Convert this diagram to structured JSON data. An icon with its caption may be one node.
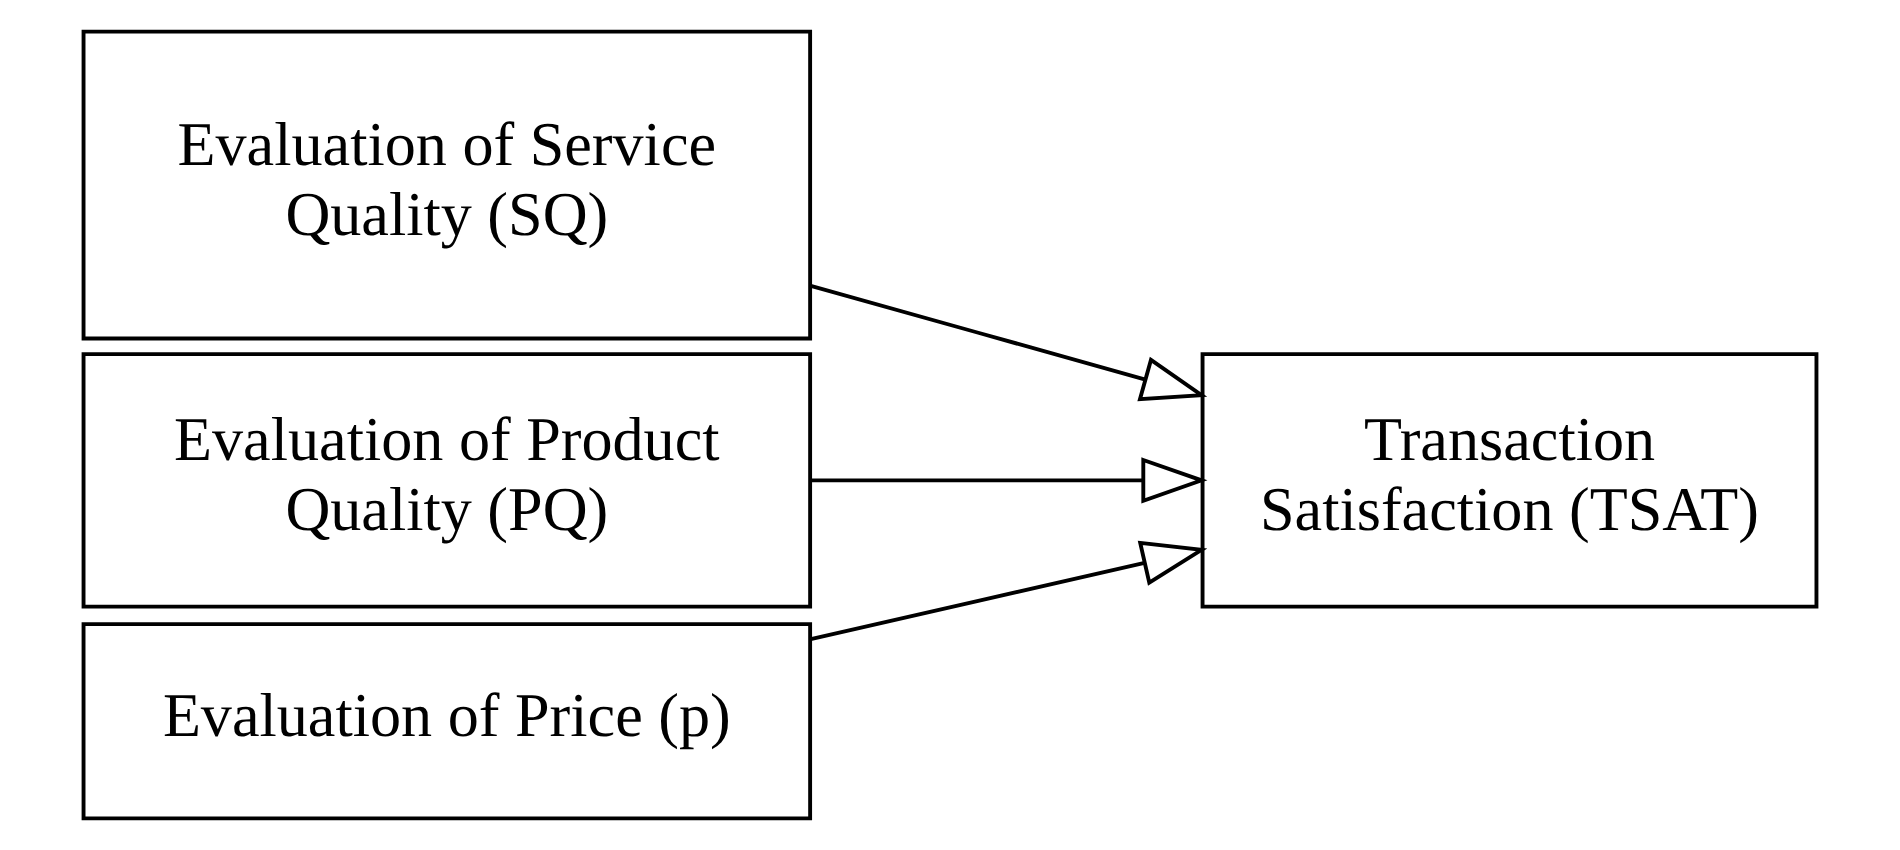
{
  "diagram": {
    "nodes": [
      {
        "text": [
          "Evaluation of Service Quality (SQ)"
        ]
      },
      {
        "text": [
          "Evaluation of Product Quality (PQ)"
        ]
      },
      {
        "text": [
          "Evaluation of Price (p)"
        ]
      },
      {
        "text": [
          "Transaction Satisfaction (TSAT)"
        ]
      }
    ],
    "edges": [
      {
        "from": 0,
        "to": 3,
        "arrow": "to"
      },
      {
        "from": 1,
        "to": 3,
        "arrow": "to"
      },
      {
        "from": 2,
        "to": 3,
        "arrow": "to"
      }
    ]
  }
}
